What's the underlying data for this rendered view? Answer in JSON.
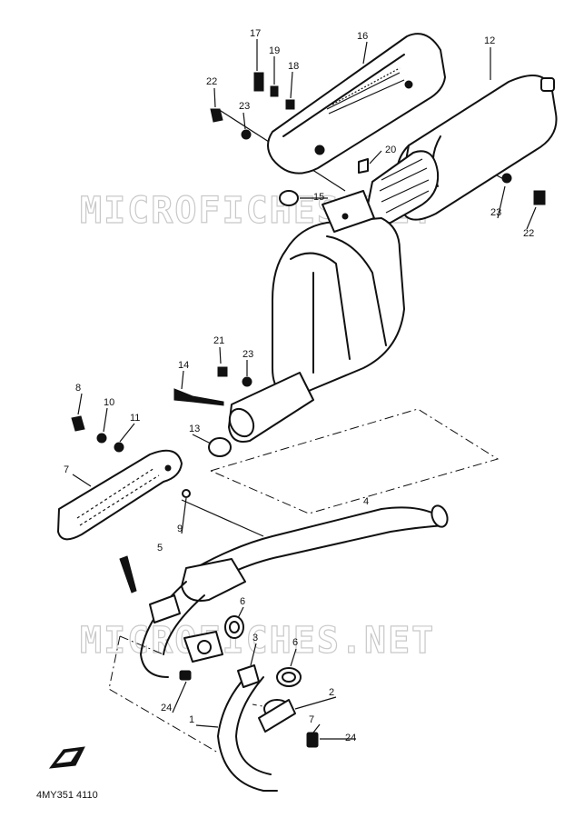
{
  "watermarks": [
    "MICROFICHES.NET",
    "MICROFICHES.NET"
  ],
  "diagram_code": "4MY351 4110",
  "callouts": [
    "1",
    "2",
    "3",
    "4",
    "5",
    "6",
    "6",
    "7",
    "7",
    "8",
    "9",
    "10",
    "11",
    "12",
    "13",
    "14",
    "15",
    "16",
    "17",
    "18",
    "19",
    "20",
    "21",
    "22",
    "22",
    "23",
    "23",
    "23",
    "24",
    "24"
  ]
}
